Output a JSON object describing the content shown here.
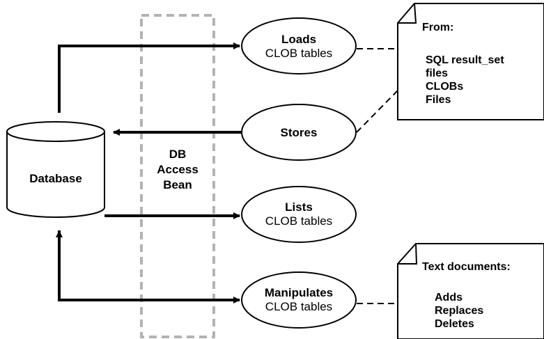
{
  "database": {
    "label": "Database"
  },
  "bean": {
    "lines": [
      "DB",
      "Access",
      "Bean"
    ]
  },
  "operations": [
    {
      "id": "loads",
      "title": "Loads",
      "subtitle": "CLOB tables"
    },
    {
      "id": "stores",
      "title": "Stores",
      "subtitle": ""
    },
    {
      "id": "lists",
      "title": "Lists",
      "subtitle": "CLOB tables"
    },
    {
      "id": "manipulates",
      "title": "Manipulates",
      "subtitle": "CLOB tables"
    }
  ],
  "notes": [
    {
      "id": "from",
      "header": "From:",
      "items": [
        "SQL result_set",
        "files",
        "CLOBs",
        "Files"
      ]
    },
    {
      "id": "text-documents",
      "header": "Text documents:",
      "items": [
        "Adds",
        "Replaces",
        "Deletes"
      ]
    }
  ]
}
